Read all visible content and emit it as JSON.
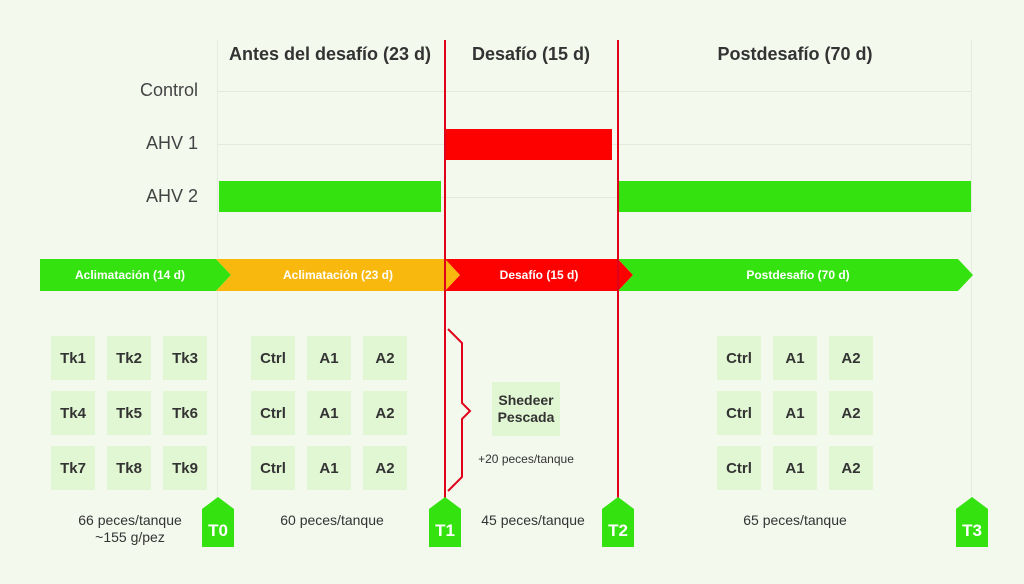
{
  "phases": [
    {
      "title": "Antes del desafío (23 d)"
    },
    {
      "title": "Desafío (15 d)"
    },
    {
      "title": "Postdesafío (70 d)"
    }
  ],
  "groups": [
    "Control",
    "AHV 1",
    "AHV 2"
  ],
  "colors": {
    "green": "#34e20f",
    "orange": "#f9b80e",
    "red": "#fd0000",
    "red_line": "#e0001a",
    "tank_bg": "#e1f6d3",
    "background": "#f4f9ee"
  },
  "timeline": [
    {
      "label": "Aclimatación (14 d)",
      "color": "#34e20f"
    },
    {
      "label": "Aclimatación (23 d)",
      "color": "#f9b80e"
    },
    {
      "label": "Desafío (15 d)",
      "color": "#fd0000"
    },
    {
      "label": "Postdesafío (70 d)",
      "color": "#34e20f"
    }
  ],
  "tanks": {
    "acclimation": [
      [
        "Tk1",
        "Tk2",
        "Tk3"
      ],
      [
        "Tk4",
        "Tk5",
        "Tk6"
      ],
      [
        "Tk7",
        "Tk8",
        "Tk9"
      ]
    ],
    "pre_challenge": [
      [
        "Ctrl",
        "A1",
        "A2"
      ],
      [
        "Ctrl",
        "A1",
        "A2"
      ],
      [
        "Ctrl",
        "A1",
        "A2"
      ]
    ],
    "post_challenge": [
      [
        "Ctrl",
        "A1",
        "A2"
      ],
      [
        "Ctrl",
        "A1",
        "A2"
      ],
      [
        "Ctrl",
        "A1",
        "A2"
      ]
    ]
  },
  "shedder": {
    "line1": "Shedeer",
    "line2": "Pescada",
    "note": "+20 peces/tanque"
  },
  "counts": {
    "t0_line1": "66 peces/tanque",
    "t0_line2": "~155 g/pez",
    "pre": "60 peces/tanque",
    "challenge": "45 peces/tanque",
    "post": "65 peces/tanque"
  },
  "markers": [
    "T0",
    "T1",
    "T2",
    "T3"
  ]
}
